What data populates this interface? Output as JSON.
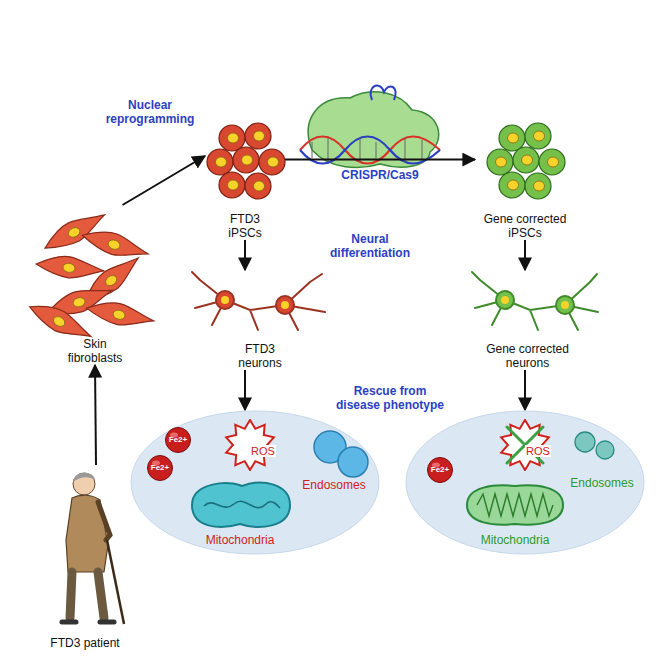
{
  "diagram": {
    "nodes": [
      {
        "text": [
          "FTD3 patient"
        ]
      },
      {
        "text": [
          "Skin fibroblasts"
        ]
      },
      {
        "text": [
          "FTD3 iPSCs"
        ]
      },
      {
        "text": [
          "Gene corrected iPSCs"
        ]
      },
      {
        "text": [
          "FTD3 neurons"
        ]
      },
      {
        "text": [
          "Gene corrected neurons"
        ]
      },
      {
        "text": [
          "Endosomes",
          "Mitochondria"
        ]
      },
      {
        "text": [
          "Fe2+"
        ],
        "in": 6
      },
      {
        "text": [
          "Fe2+"
        ],
        "in": 6
      },
      {
        "text": [
          "ROS"
        ],
        "in": 6
      },
      {
        "text": [
          "Endosomes",
          "Mitochondria"
        ]
      },
      {
        "text": [
          "Fe2+"
        ],
        "in": 10
      },
      {
        "text": [
          "ROS"
        ],
        "in": 10
      }
    ],
    "edges": [
      {
        "from": 0,
        "to": 1,
        "arrow": "to"
      },
      {
        "from": 1,
        "to": 2,
        "label": "Nuclear reprogramming",
        "arrow": "to"
      },
      {
        "from": 2,
        "to": 3,
        "label": "CRISPR/Cas9",
        "arrow": "to"
      },
      {
        "from": 2,
        "to": 4,
        "arrow": "to"
      },
      {
        "from": 3,
        "to": 5,
        "arrow": "to"
      },
      {
        "from": 4,
        "to": 6,
        "arrow": "to"
      },
      {
        "from": 5,
        "to": 10,
        "arrow": "to"
      }
    ],
    "labels": [
      "Neural differentiation",
      "Rescue from disease phenotype"
    ]
  }
}
